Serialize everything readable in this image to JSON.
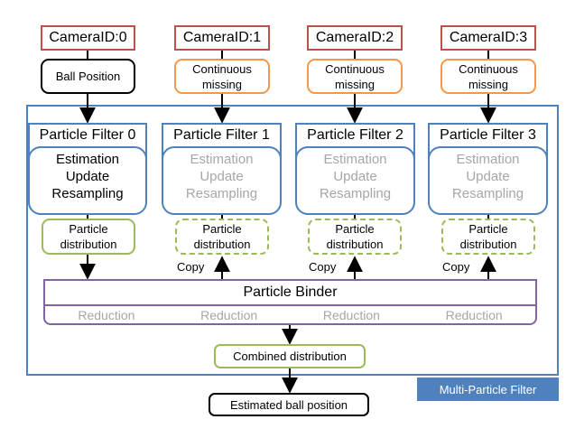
{
  "cameras": [
    {
      "label": "CameraID:0",
      "status": "Ball Position"
    },
    {
      "label": "CameraID:1",
      "status": "Continuous missing"
    },
    {
      "label": "CameraID:2",
      "status": "Continuous missing"
    },
    {
      "label": "CameraID:3",
      "status": "Continuous missing"
    }
  ],
  "filters": [
    {
      "title": "Particle Filter 0",
      "steps": [
        "Estimation",
        "Update",
        "Resampling"
      ],
      "active": true
    },
    {
      "title": "Particle Filter 1",
      "steps": [
        "Estimation",
        "Update",
        "Resampling"
      ],
      "active": false
    },
    {
      "title": "Particle Filter 2",
      "steps": [
        "Estimation",
        "Update",
        "Resampling"
      ],
      "active": false
    },
    {
      "title": "Particle Filter 3",
      "steps": [
        "Estimation",
        "Update",
        "Resampling"
      ],
      "active": false
    }
  ],
  "distribution_label": "Particle distribution",
  "copy_label": "Copy",
  "binder": {
    "title": "Particle Binder",
    "reductions": [
      "Reduction",
      "Reduction",
      "Reduction",
      "Reduction"
    ]
  },
  "combined_label": "Combined distribution",
  "estimated_label": "Estimated ball position",
  "container_label": "Multi-Particle Filter",
  "colors": {
    "camera": "#c0504d",
    "missing": "#f79646",
    "filter": "#4f81bd",
    "distribution": "#9bbb59",
    "binder": "#8064a2",
    "inactive_text": "#a6a6a6"
  }
}
